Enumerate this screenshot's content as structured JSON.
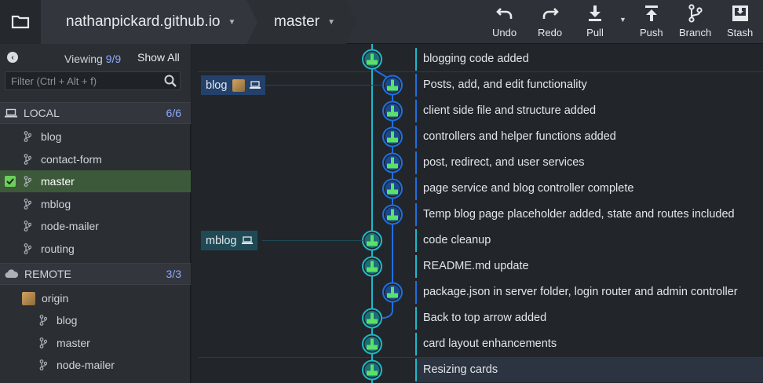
{
  "toolbar": {
    "repo": "nathanpickard.github.io",
    "branch": "master",
    "buttons": [
      {
        "label": "Undo",
        "icon": "undo-icon"
      },
      {
        "label": "Redo",
        "icon": "redo-icon"
      },
      {
        "label": "Pull",
        "icon": "pull-icon"
      },
      {
        "label": "Push",
        "icon": "push-icon"
      },
      {
        "label": "Branch",
        "icon": "branch-icon"
      },
      {
        "label": "Stash",
        "icon": "stash-icon"
      }
    ]
  },
  "sidebar": {
    "viewing_label": "Viewing",
    "viewing_count": "9/9",
    "show_all": "Show All",
    "filter_placeholder": "Filter (Ctrl + Alt + f)",
    "local": {
      "label": "LOCAL",
      "count": "6/6",
      "branches": [
        "blog",
        "contact-form",
        "master",
        "mblog",
        "node-mailer",
        "routing"
      ],
      "active": "master"
    },
    "remote": {
      "label": "REMOTE",
      "count": "3/3",
      "origin": "origin",
      "branches": [
        "blog",
        "master",
        "node-mailer"
      ]
    }
  },
  "graph": {
    "refs": [
      {
        "label": "blog",
        "row": 1,
        "kind": "blog"
      },
      {
        "label": "mblog",
        "row": 7,
        "kind": "mblog"
      }
    ],
    "commits": [
      {
        "message": "blogging code added",
        "lane": 0,
        "color": "#1fb8c9"
      },
      {
        "message": "Posts, add, and edit functionality",
        "lane": 1,
        "color": "#1e6fe0"
      },
      {
        "message": "client side file and structure added",
        "lane": 1,
        "color": "#1e6fe0"
      },
      {
        "message": "controllers and helper functions added",
        "lane": 1,
        "color": "#1e6fe0"
      },
      {
        "message": "post, redirect, and user services",
        "lane": 1,
        "color": "#1e6fe0"
      },
      {
        "message": "page service and blog controller complete",
        "lane": 1,
        "color": "#1e6fe0"
      },
      {
        "message": "Temp blog page placeholder added, state and routes included",
        "lane": 1,
        "color": "#1e6fe0"
      },
      {
        "message": "code cleanup",
        "lane": 0,
        "color": "#1fb8c9"
      },
      {
        "message": "README.md update",
        "lane": 0,
        "color": "#1fb8c9"
      },
      {
        "message": "package.json in server folder, login router and admin controller",
        "lane": 1,
        "color": "#1e6fe0"
      },
      {
        "message": "Back to top arrow added",
        "lane": 0,
        "color": "#1fb8c9"
      },
      {
        "message": "card layout enhancements",
        "lane": 0,
        "color": "#1fb8c9"
      },
      {
        "message": "Resizing cards",
        "lane": 0,
        "color": "#1fb8c9"
      }
    ]
  }
}
